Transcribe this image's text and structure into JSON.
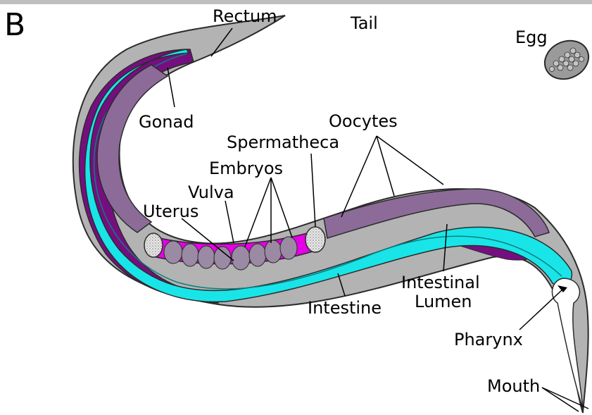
{
  "figure": {
    "panel_label": "B",
    "labels": {
      "rectum": "Rectum",
      "tail": "Tail",
      "egg": "Egg",
      "gonad": "Gonad",
      "oocytes": "Oocytes",
      "spermatheca": "Spermatheca",
      "embryos": "Embryos",
      "vulva": "Vulva",
      "uterus": "Uterus",
      "intestinal_lumen_line1": "Intestinal",
      "intestinal_lumen_line2": "Lumen",
      "intestine": "Intestine",
      "pharynx": "Pharynx",
      "mouth": "Mouth"
    }
  },
  "colors": {
    "body": "#b3b3b3",
    "body_outline": "#2b2b2b",
    "gonad_arm": "#750f80",
    "germ_cells": "#8c6b99",
    "intestine": "#19e5e8",
    "uterus": "#e600e6",
    "embryo": "#9a8aa3",
    "pharynx": "#ffffff"
  }
}
